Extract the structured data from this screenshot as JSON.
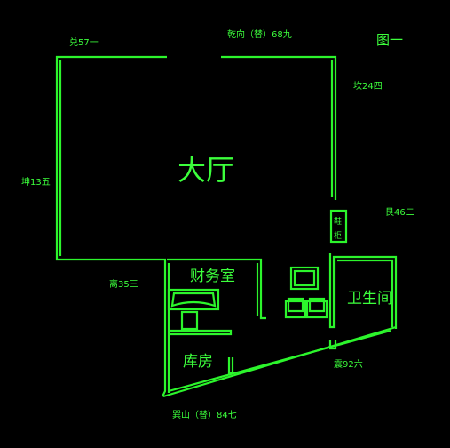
{
  "colors": {
    "background": "#000000",
    "line": "#2cf52c"
  },
  "labels": {
    "title": "图一",
    "top_center": "乾向（替）68九",
    "top_left": "兑57一",
    "right_upper": "坎24四",
    "right_mid": "艮46二",
    "left_mid": "坤13五",
    "left_lower": "离35三",
    "bottom_right": "震92六",
    "bottom": "巽山（替）84七"
  },
  "rooms": {
    "hall": "大厅",
    "finance": "财务室",
    "bathroom": "卫生间",
    "storage": "库房"
  },
  "fixtures": {
    "cabinet_line1": "鞋",
    "cabinet_line2": "柜"
  }
}
